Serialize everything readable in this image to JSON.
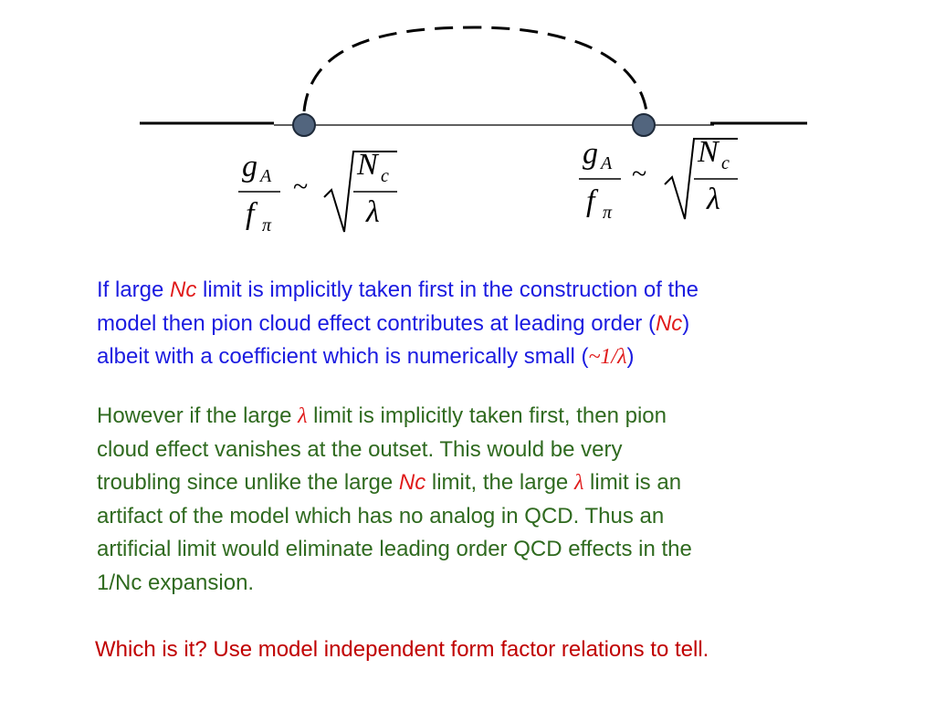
{
  "colors": {
    "line": "#000000",
    "vertex_fill": "#52657e",
    "vertex_stroke": "#1e2a3a",
    "blue_text": "#1b1be0",
    "green_text": "#2f6a1f",
    "red_text": "#e01b1b",
    "darkred_text": "#c00000"
  },
  "diagram": {
    "vertex_count": 2,
    "loop_style": "dashed"
  },
  "formulas": {
    "left": {
      "num": "g",
      "num_sub": "A",
      "den": "f",
      "den_sub": "π",
      "tilde": "~",
      "root_num": "N",
      "root_num_sub": "c",
      "root_den": "λ"
    },
    "right": {
      "num": "g",
      "num_sub": "A",
      "den": "f",
      "den_sub": "π",
      "tilde": "~",
      "root_num": "N",
      "root_num_sub": "c",
      "root_den": "λ"
    }
  },
  "para1": {
    "t1": "If  large ",
    "nc1": "Nc",
    "t2": " limit is implicitly taken first in the construction of the",
    "t3": "model then pion cloud effect contributes at leading order (",
    "nc2": "Nc",
    "t4": ")",
    "t5": "albeit with a coefficient which is numerically small (",
    "small": "~1/λ",
    "t6": ")"
  },
  "para2": {
    "t1": "However if the large ",
    "lam1": "λ",
    "t2": " limit is implicitly taken first, then pion",
    "t3": "cloud effect vanishes at the outset.  This would be very",
    "t4": "troubling since unlike the large ",
    "nc": "Nc",
    "t5": " limit, the large ",
    "lam2": "λ",
    "t6": " limit is an",
    "t7": "artifact of the model which has no analog in QCD.  Thus an",
    "t8": "artificial limit would eliminate leading order QCD effects in the",
    "t9": "1/Nc expansion."
  },
  "bottom": {
    "text": "Which is it?  Use model independent form factor relations to tell."
  }
}
